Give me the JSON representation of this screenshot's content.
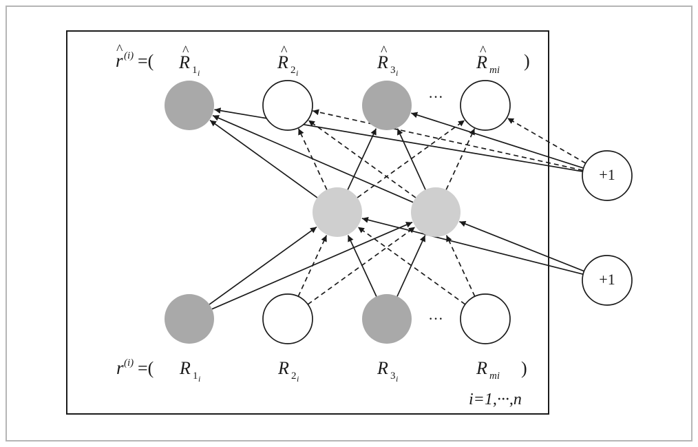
{
  "colors": {
    "frame": "#b5b5b5",
    "box": "#1a1a1a",
    "node_filled": "#a9a9a9",
    "node_hidden": "#cfcfcf",
    "node_empty": "#ffffff",
    "edge": "#1a1a1a"
  },
  "output_layer": {
    "vector": {
      "base": "r",
      "sup": "(i)",
      "eq": "=(",
      "close": ")"
    },
    "nodes": [
      {
        "id": "o1",
        "sym": "R",
        "sub": "1",
        "subsub": "i",
        "filled": true
      },
      {
        "id": "o2",
        "sym": "R",
        "sub": "2",
        "subsub": "i",
        "filled": false
      },
      {
        "id": "o3",
        "sym": "R",
        "sub": "3",
        "subsub": "i",
        "filled": true
      },
      {
        "id": "om",
        "sym": "R",
        "sub": "mi",
        "subsub": "",
        "filled": false
      }
    ],
    "ellipsis": "···"
  },
  "hidden_layer": {
    "nodes": [
      {
        "id": "h1"
      },
      {
        "id": "h2"
      }
    ]
  },
  "input_layer": {
    "vector": {
      "base": "r",
      "sup": "(i)",
      "eq": "=(",
      "close": ")"
    },
    "nodes": [
      {
        "id": "i1",
        "sym": "R",
        "sub": "1",
        "subsub": "i",
        "filled": true
      },
      {
        "id": "i2",
        "sym": "R",
        "sub": "2",
        "subsub": "i",
        "filled": false
      },
      {
        "id": "i3",
        "sym": "R",
        "sub": "3",
        "subsub": "i",
        "filled": true
      },
      {
        "id": "im",
        "sym": "R",
        "sub": "mi",
        "subsub": "",
        "filled": false
      }
    ],
    "ellipsis": "···"
  },
  "bias_nodes": [
    {
      "id": "b_out",
      "label": "+1"
    },
    {
      "id": "b_hid",
      "label": "+1"
    }
  ],
  "index_note": "i=1,···,n",
  "edges": [
    {
      "from": "h1",
      "to": "o1",
      "style": "solid"
    },
    {
      "from": "h1",
      "to": "o2",
      "style": "dashed"
    },
    {
      "from": "h1",
      "to": "o3",
      "style": "solid"
    },
    {
      "from": "h1",
      "to": "om",
      "style": "dashed"
    },
    {
      "from": "h2",
      "to": "o1",
      "style": "solid"
    },
    {
      "from": "h2",
      "to": "o2",
      "style": "dashed"
    },
    {
      "from": "h2",
      "to": "o3",
      "style": "solid"
    },
    {
      "from": "h2",
      "to": "om",
      "style": "dashed"
    },
    {
      "from": "b_out",
      "to": "o1",
      "style": "solid"
    },
    {
      "from": "b_out",
      "to": "o2",
      "style": "dashed"
    },
    {
      "from": "b_out",
      "to": "o3",
      "style": "solid"
    },
    {
      "from": "b_out",
      "to": "om",
      "style": "dashed"
    },
    {
      "from": "i1",
      "to": "h1",
      "style": "solid"
    },
    {
      "from": "i1",
      "to": "h2",
      "style": "solid"
    },
    {
      "from": "i2",
      "to": "h1",
      "style": "dashed"
    },
    {
      "from": "i2",
      "to": "h2",
      "style": "dashed"
    },
    {
      "from": "i3",
      "to": "h1",
      "style": "solid"
    },
    {
      "from": "i3",
      "to": "h2",
      "style": "solid"
    },
    {
      "from": "im",
      "to": "h1",
      "style": "dashed"
    },
    {
      "from": "im",
      "to": "h2",
      "style": "dashed"
    },
    {
      "from": "b_hid",
      "to": "h1",
      "style": "solid"
    },
    {
      "from": "b_hid",
      "to": "h2",
      "style": "solid"
    }
  ]
}
